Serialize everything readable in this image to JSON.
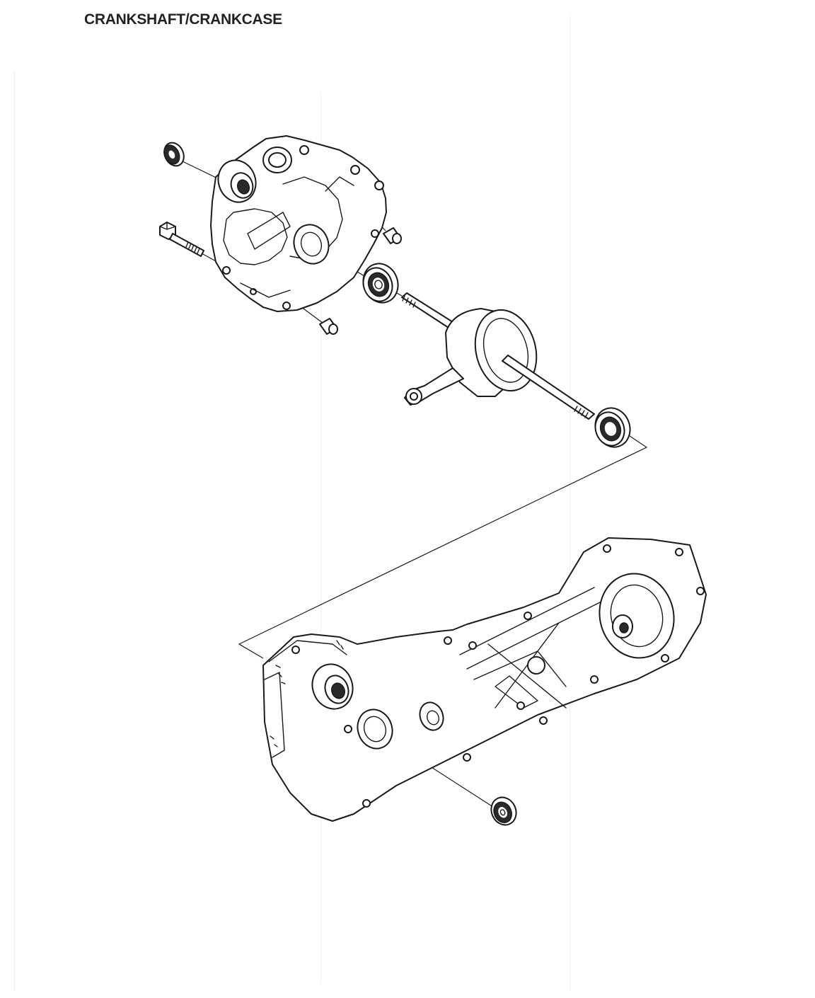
{
  "page": {
    "title": "CRANKSHAFT/CRANKCASE"
  },
  "parts": [
    {
      "name": "oil-seal-left",
      "kind": "oil seal"
    },
    {
      "name": "crankcase-right-half",
      "kind": "crankcase half"
    },
    {
      "name": "case-bolt",
      "kind": "bolt"
    },
    {
      "name": "dowel-pin-upper",
      "kind": "dowel pin"
    },
    {
      "name": "dowel-pin-lower",
      "kind": "dowel pin"
    },
    {
      "name": "bearing-right",
      "kind": "ball bearing"
    },
    {
      "name": "crankshaft",
      "kind": "crankshaft"
    },
    {
      "name": "bearing-left",
      "kind": "ball bearing"
    },
    {
      "name": "crankcase-left-half",
      "kind": "crankcase half"
    },
    {
      "name": "oil-seal-right",
      "kind": "oil seal"
    }
  ]
}
